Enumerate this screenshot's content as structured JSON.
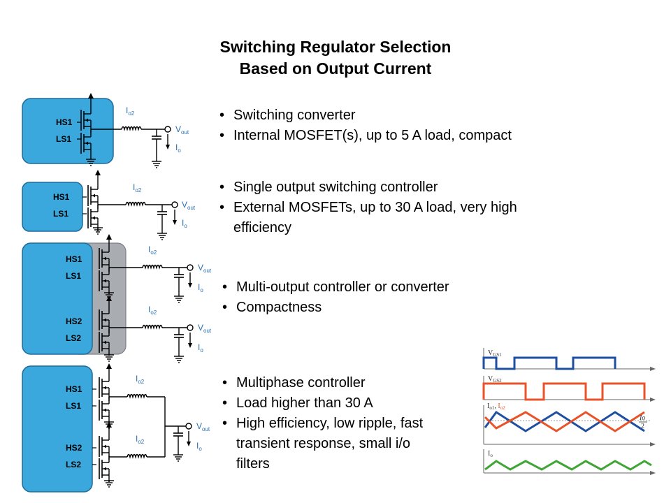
{
  "title": {
    "line1": "Switching Regulator Selection",
    "line2": "Based on Output Current"
  },
  "colors": {
    "chip_fill": "#3aa8dc",
    "chip_border": "#1f6b9a",
    "shade_fill": "#a9adb1",
    "signal_label": "#2a6fb3",
    "wave_blue": "#1f4fa0",
    "wave_orange": "#e8532a",
    "wave_green": "#3fa535"
  },
  "labels": {
    "hs1": "HS1",
    "ls1": "LS1",
    "hs2": "HS2",
    "ls2": "LS2",
    "io2_main": "I",
    "io2_sub": "o2",
    "vout_main": "V",
    "vout_sub": "out",
    "io_main": "I",
    "io_sub": "o"
  },
  "sections": [
    {
      "bullets": [
        "Switching converter",
        "Internal MOSFET(s), up to 5 A load, compact"
      ]
    },
    {
      "bullets": [
        "Single output switching controller",
        "External MOSFETs, up to 30 A load, very high",
        "efficiency"
      ]
    },
    {
      "bullets": [
        "Multi-output controller or converter",
        "Compactness"
      ]
    },
    {
      "bullets": [
        "Multiphase controller",
        "Load higher than 30 A",
        "High efficiency, low ripple, fast",
        "transient response, small i/o",
        "filters"
      ]
    }
  ],
  "waveform": {
    "vgs1": "V",
    "vgs1_sub": "GS1",
    "vgs2": "V",
    "vgs2_sub": "GS2",
    "io12_a": "I",
    "io12_a_sub": "o1",
    "io12_sep": ", ",
    "io12_b": "I",
    "io12_b_sub": "o2",
    "io_over2": "Io",
    "io_over2_den": "2",
    "io": "I",
    "io_sub": "o"
  }
}
